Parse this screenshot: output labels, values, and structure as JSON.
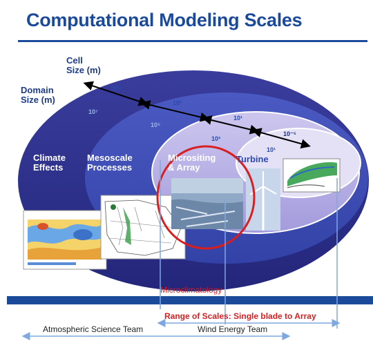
{
  "slide": {
    "title": "Computational Modeling Scales",
    "axis_labels": {
      "cell_size": [
        "Cell",
        "Size (m)"
      ],
      "domain_size": [
        "Domain",
        "Size (m)"
      ]
    },
    "scale_labels": {
      "cell": [
        "10⁴",
        "10³",
        "10¹",
        "10⁻⁵"
      ],
      "domain": [
        "10⁷",
        "10⁵",
        "10³",
        "10¹"
      ]
    },
    "regions": [
      [
        "Climate",
        "Effects"
      ],
      [
        "Mesoscale",
        "Processes"
      ],
      [
        "Micrositing",
        "& Array"
      ],
      [
        "Turbine"
      ]
    ],
    "microclimatology_label": "Microclimatology"
  },
  "captions": {
    "range_of_scales": "Range of Scales: Single blade to Array",
    "atmospheric_team": "Atmospheric Science Team",
    "wind_energy_team": "Wind Energy Team"
  },
  "colors": {
    "outer_ellipse": "#2b2f8c",
    "mid_ellipse": "#3f4db8",
    "inner_ellipse": "#b9b2e6",
    "turbine_ellipse": "#e4e0f6",
    "title_blue": "#1c4a9a",
    "highlight_red": "#d81e1e",
    "bracket_blue": "#7fa8e0"
  },
  "icons": [
    "double-arrow-icon",
    "weather-map-thumbnail",
    "us-map-thumbnail",
    "wind-farm-photo",
    "wind-turbine-photo",
    "blade-simulation-thumbnail"
  ]
}
